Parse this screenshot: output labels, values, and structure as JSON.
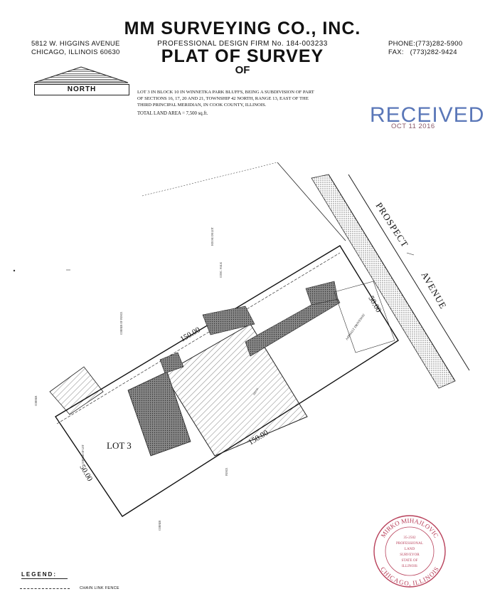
{
  "header": {
    "company": "MM SURVEYING CO., INC.",
    "firm": "PROFESSIONAL DESIGN FIRM No. 184-003233",
    "title": "PLAT OF SURVEY",
    "of": "OF",
    "address_line1": "5812 W. HIGGINS AVENUE",
    "address_line2": "CHICAGO, ILLINOIS 60630",
    "phone": "PHONE:(773)282-5900",
    "fax": "FAX:   (773)282-9424"
  },
  "north": {
    "label": "NORTH"
  },
  "legal": {
    "line1": "LOT 3 IN BLOCK 10 IN WINNETKA PARK BLUFFS, BEING A SUBDIVISION OF PART",
    "line2": "OF SECTIONS 16, 17, 20 AND 21, TOWNSHIP 42 NORTH, RANGE 13, EAST OF THE",
    "line3": "THIRD PRINCIPAL MERIDIAN, IN COOK COUNTY, ILLINOIS.",
    "area": "TOTAL LAND AREA = 7,500 sq.ft."
  },
  "received_stamp": {
    "word": "RECEIVED",
    "date": "OCT 11 2016"
  },
  "plat": {
    "street": "PROSPECT",
    "avenue": "AVENUE",
    "lot": "LOT 3",
    "dim_front": "50.00",
    "dim_rear": "50.00",
    "dim_north": "150.00",
    "dim_south": "150.00",
    "driveway": "ASPHALT DRIVEWAY"
  },
  "seal": {
    "name": "MIRKO MIHAJLOVIC",
    "number": "35-2502",
    "line1": "PROFESSIONAL",
    "line2": "LAND",
    "line3": "SURVEYOR",
    "line4": "STATE OF",
    "line5": "ILLINOIS",
    "city": "CHICAGO, ILLINOIS"
  },
  "legend": {
    "title": "LEGEND:",
    "fence": "CHAIN LINK FENCE"
  },
  "colors": {
    "ink": "#111111",
    "stamp_blue": "#5a77b8",
    "seal_red": "#b8405a"
  }
}
